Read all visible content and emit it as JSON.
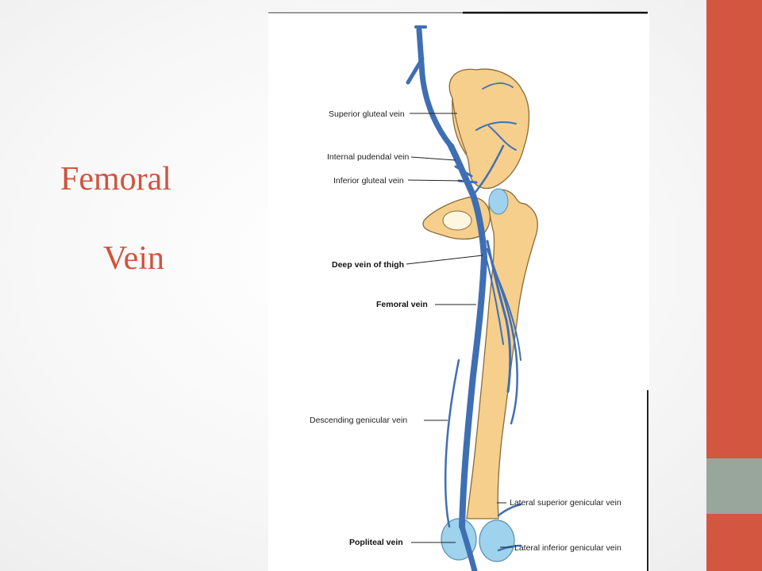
{
  "slide": {
    "title_line1": "Femoral",
    "title_line2": "Vein",
    "accent_color": "#d35640",
    "secondary_color": "#99a69c"
  },
  "diagram": {
    "labels": {
      "superior_gluteal": "Superior gluteal vein",
      "internal_pudendal": "Internal pudendal vein",
      "inferior_gluteal": "Inferior gluteal vein",
      "deep_vein_thigh": "Deep vein of thigh",
      "femoral": "Femoral vein",
      "descending_genicular": "Descending genicular vein",
      "lateral_superior_genicular": "Lateral superior genicular vein",
      "popliteal": "Popliteal vein",
      "lateral_inferior_genicular": "Lateral inferior genicular vein"
    },
    "colors": {
      "bone": "#f6cf8c",
      "vein": "#3f6fb3",
      "cartilage": "#9fd2ec"
    }
  }
}
